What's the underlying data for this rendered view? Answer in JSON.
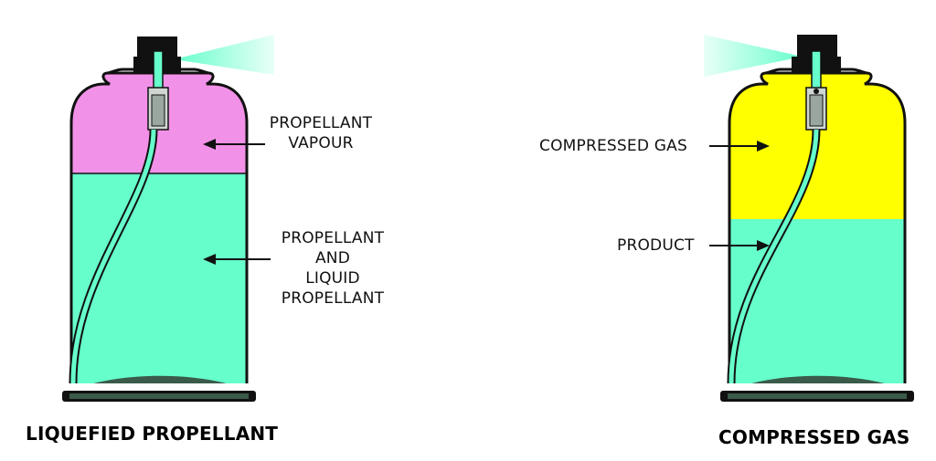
{
  "colors": {
    "vapour": "#F291E8",
    "liquid": "#66FFCC",
    "gas": "#FFFF00",
    "dome": "#3A5A4A",
    "outline": "#111111",
    "spray": "#66FFCC"
  },
  "left_can": {
    "vapour_label": [
      "PROPELLANT",
      "VAPOUR"
    ],
    "liquid_label": [
      "PROPELLANT",
      "AND",
      "LIQUID",
      "PROPELLANT"
    ],
    "caption": "LIQUEFIED PROPELLANT"
  },
  "right_can": {
    "gas_label": "COMPRESSED GAS",
    "product_label": "PRODUCT",
    "caption": "COMPRESSED GAS"
  }
}
